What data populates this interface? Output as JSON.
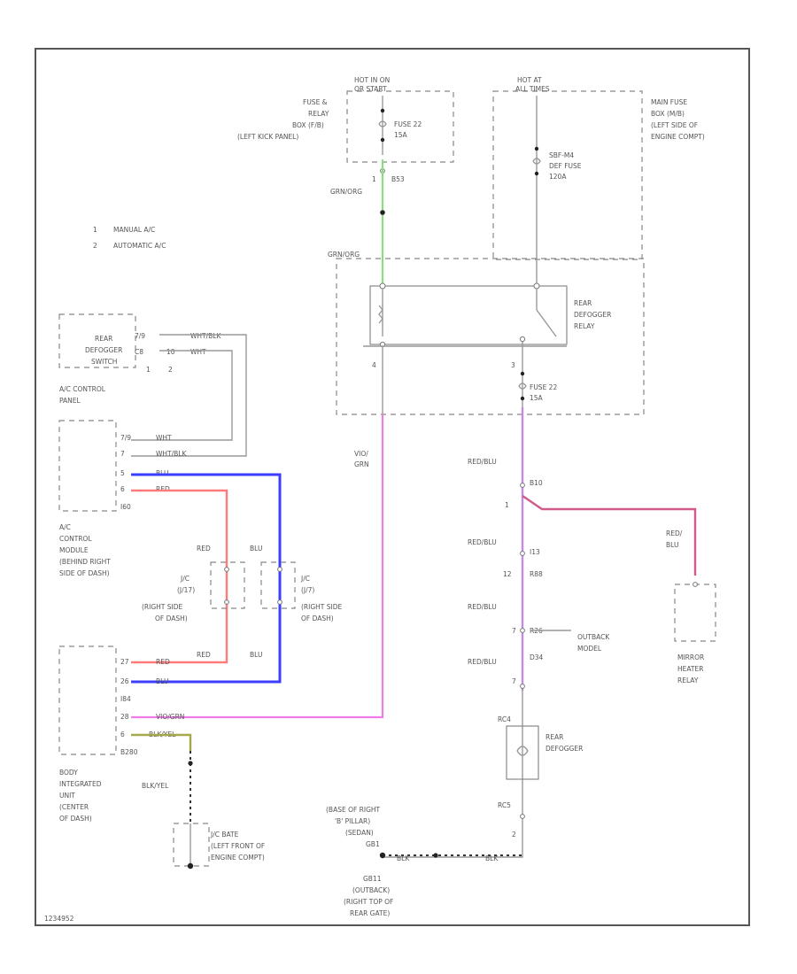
{
  "labels": {
    "hot_in_on": "HOT IN ON",
    "or_start": "OR START",
    "hot_at_all_times": "HOT AT",
    "all_times": "ALL TIMES",
    "fuse_relay_box_1": "FUSE &",
    "fuse_relay_box_2": "RELAY",
    "fuse_relay_box_3": "BOX (F/B)",
    "fuse_relay_box_4": "(LEFT KICK PANEL)",
    "fuse22": "FUSE 22",
    "fuse22_amp": "15A",
    "main_fuse_box_1": "MAIN FUSE",
    "main_fuse_box_2": "BOX (M/B)",
    "main_fuse_box_3": "(LEFT SIDE OF",
    "main_fuse_box_4": "ENGINE COMPT)",
    "main_fuse_box_5": "SBF-M4",
    "main_fuse_box_6": "DEF FUSE",
    "main_fuse_box_7": "120A",
    "b53_pin": "1",
    "b53": "B53",
    "grn_org": "GRN/ORG",
    "grn_org_2": "GRN/ORG",
    "legend_1_num": "1",
    "legend_1": "MANUAL A/C",
    "legend_2_num": "2",
    "legend_2": "AUTOMATIC A/C",
    "rear_def_relay_1": "REAR",
    "rear_def_relay_2": "DEFOGGER",
    "rear_def_relay_3": "RELAY",
    "relay_pin_a": "4",
    "relay_pin_b": "3",
    "fuse22b": "FUSE 22",
    "fuse22b_amp": "15A",
    "rds_1": "REAR",
    "rds_2": "DEFOGGER",
    "rds_3": "SWITCH",
    "rds_pin1": "7/9",
    "rds_pin2": "C8",
    "rds_pin3": "10",
    "rds_wire1": "WHT/BLK",
    "rds_wire2": "WHT",
    "rds_num1": "1",
    "rds_num2": "2",
    "acp_1": "A/C CONTROL",
    "acp_2": "PANEL",
    "acm_pin1": "7/9",
    "acm_pin2": "7",
    "acm_pin3": "5",
    "acm_pin4": "6",
    "acm_conn": "I60",
    "acm_wire1": "WHT",
    "acm_wire2": "WHT/BLK",
    "acm_wire3": "BLU",
    "acm_wire4": "RED",
    "acm_1": "A/C",
    "acm_2": "CONTROL",
    "acm_3": "MODULE",
    "acm_4": "(BEHIND RIGHT",
    "acm_5": "SIDE OF DASH)",
    "j_red": "RED",
    "j_blu": "BLU",
    "j_red2": "RED",
    "j_blu2": "BLU",
    "jc_left_1": "J/C",
    "jc_left_2": "(J/17)",
    "jc_left_3": "(RIGHT SIDE",
    "jc_left_4": "OF DASH)",
    "jc_right_1": "J/C",
    "jc_right_2": "(J/7)",
    "jc_right_3": "(RIGHT SIDE",
    "jc_right_4": "OF DASH)",
    "vio_grn_1": "VIO/",
    "vio_grn_2": "GRN",
    "biu_pin1": "27",
    "biu_pin2": "26",
    "biu_pin3": "28",
    "biu_pin4": "6",
    "biu_conn1": "I84",
    "biu_conn2": "B280",
    "biu_wire1": "RED",
    "biu_wire2": "BLU",
    "biu_wire3": "VIO/GRN",
    "biu_wire4": "BLK/YEL",
    "biu_1": "BODY",
    "biu_2": "INTEGRATED",
    "biu_3": "UNIT",
    "biu_4": "(CENTER",
    "biu_5": "OF DASH)",
    "blk_yel": "BLK/YEL",
    "ground1_1": "J/C BATE",
    "ground1_2": "(LEFT FRONT OF",
    "ground1_3": "ENGINE COMPT)",
    "red_blu_1": "RED/BLU",
    "red_blu_2": "RED/BLU",
    "red_blu_3": "RED/BLU",
    "red_blu_4": "RED/BLU",
    "conn_b10": "B10",
    "conn_b10_pin": "1",
    "conn_i13": "I13",
    "conn_r88": "R88",
    "conn_r88_pin": "12",
    "conn_r26": "R26",
    "conn_r26_pin": "7",
    "conn_d34": "D34",
    "conn_d34_pin": "7",
    "outback_1": "OUTBACK",
    "outback_2": "MODEL",
    "red_blu_r": "RED/",
    "red_blu_r2": "BLU",
    "mirror_1": "MIRROR",
    "mirror_2": "HEATER",
    "mirror_3": "RELAY",
    "rc_conn1": "RC4",
    "rc_conn2": "RC5",
    "rdef_1": "REAR",
    "rdef_2": "DEFOGGER",
    "base_1": "(BASE OF RIGHT",
    "base_2": "'B' PILLAR)",
    "base_3": "(SEDAN)",
    "base_4": "GB1",
    "rdef_pin": "2",
    "blk_1": "BLK",
    "blk_2": "BLK",
    "gb11_1": "GB11",
    "gb11_2": "(OUTBACK)",
    "gb11_3": "(RIGHT TOP OF",
    "gb11_4": "REAR GATE)",
    "fig_id": "1234952"
  }
}
